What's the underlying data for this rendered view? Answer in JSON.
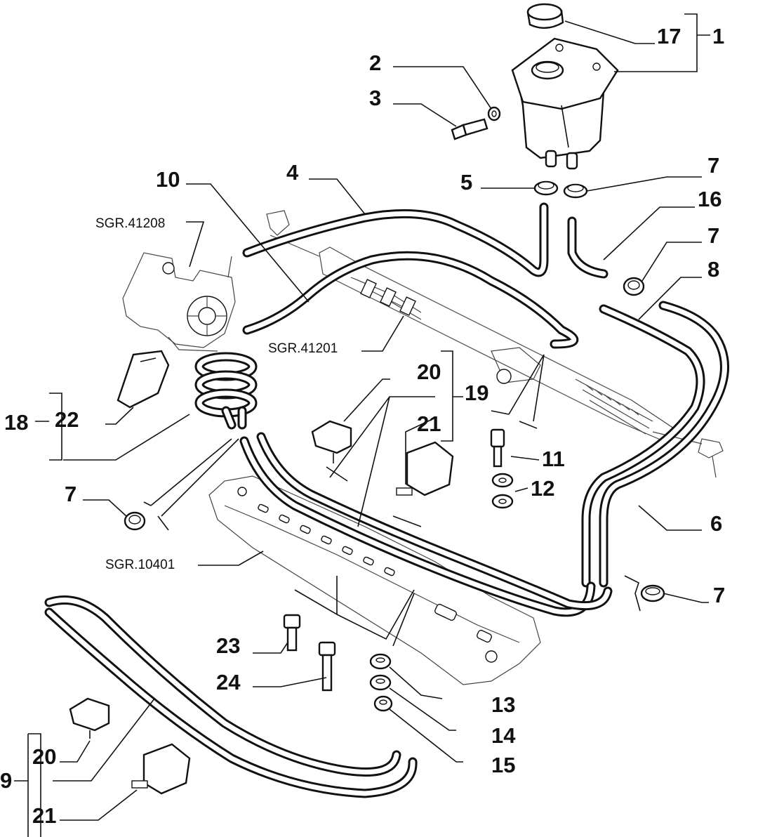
{
  "callouts": {
    "c1": "1",
    "c2": "2",
    "c3": "3",
    "c4": "4",
    "c5": "5",
    "c6": "6",
    "c7a": "7",
    "c7b": "7",
    "c7c": "7",
    "c7d": "7",
    "c8": "8",
    "c9": "9",
    "c10": "10",
    "c11": "11",
    "c12": "12",
    "c13": "13",
    "c14": "14",
    "c15": "15",
    "c16": "16",
    "c17": "17",
    "c18": "18",
    "c19": "19",
    "c20a": "20",
    "c20b": "20",
    "c21a": "21",
    "c21b": "21",
    "c22": "22",
    "c23": "23",
    "c24": "24"
  },
  "references": {
    "pump": "SGR.41208",
    "rack": "SGR.41201",
    "crossmember": "SGR.10401"
  }
}
